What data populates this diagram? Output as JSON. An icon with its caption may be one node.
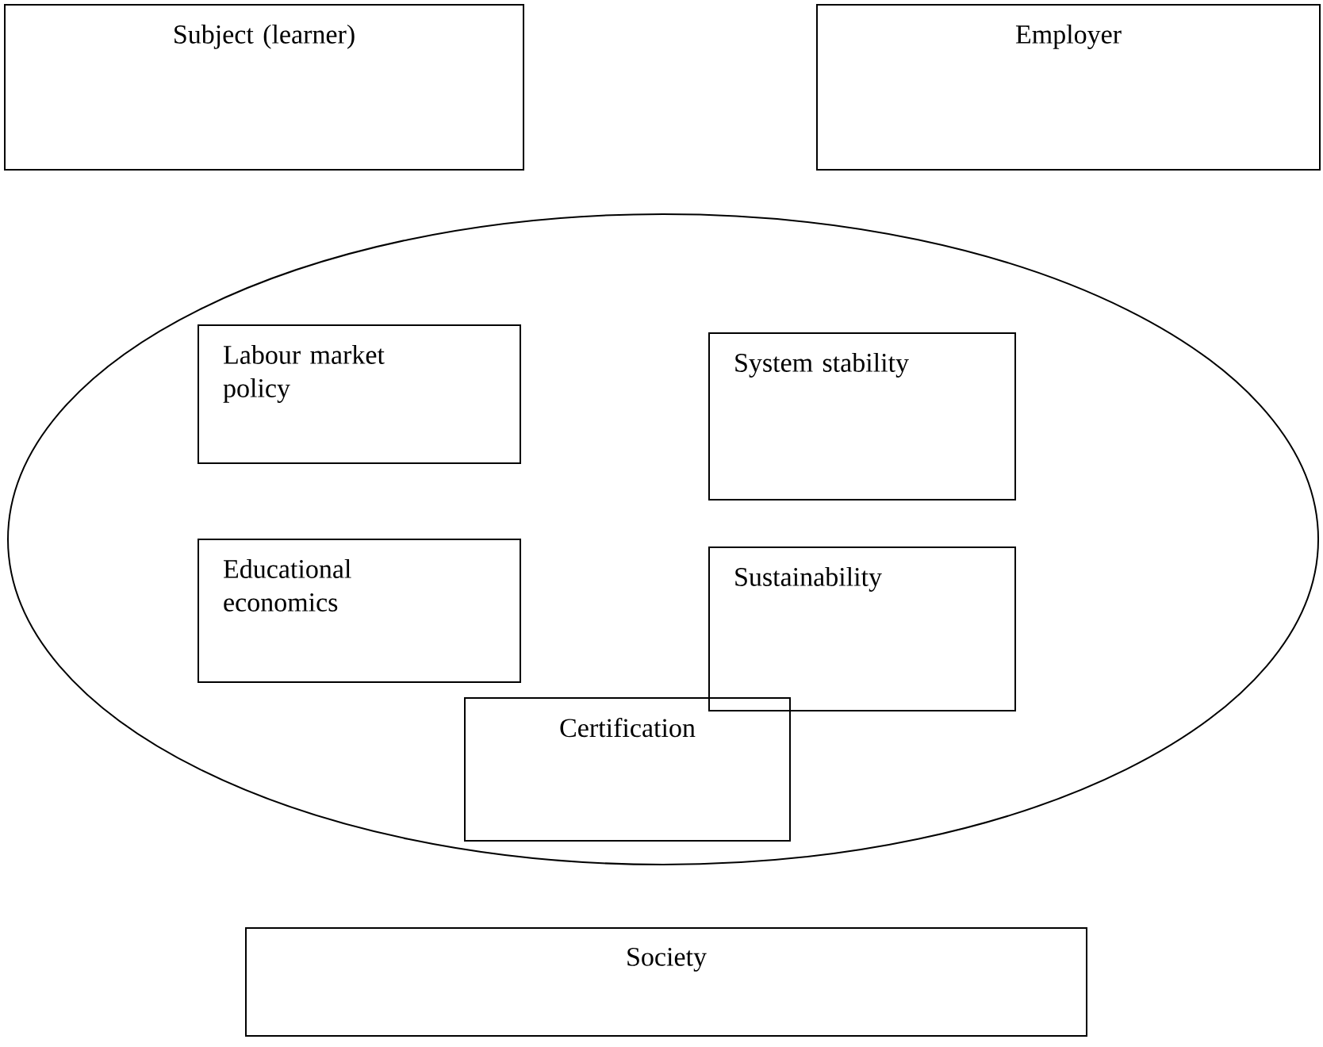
{
  "diagram": {
    "nodes": [
      {
        "text": [
          "Subject (learner)"
        ]
      },
      {
        "text": [
          "Employer"
        ]
      },
      {
        "text": [],
        "shape": "ellipse"
      },
      {
        "text": [
          "Labour market policy"
        ],
        "in": 2
      },
      {
        "text": [
          "System stability"
        ],
        "in": 2
      },
      {
        "text": [
          "Educational economics"
        ],
        "in": 2
      },
      {
        "text": [
          "Sustainability"
        ],
        "in": 2
      },
      {
        "text": [
          "Certification"
        ],
        "in": 2
      },
      {
        "text": [
          "Society"
        ]
      }
    ]
  }
}
